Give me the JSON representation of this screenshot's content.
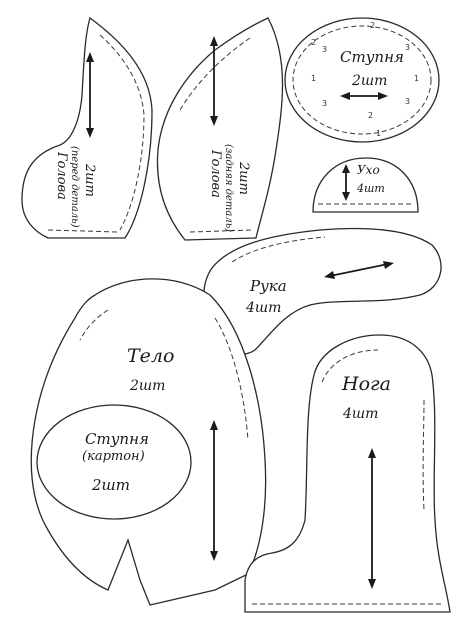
{
  "head_front": {
    "title": "Голова",
    "subtitle": "(перед деталь)",
    "count": "2шт"
  },
  "head_back": {
    "title": "Голова",
    "subtitle": "(задняя деталь)",
    "count": "2шт"
  },
  "foot": {
    "title": "Ступня",
    "count": "2шт",
    "marks": [
      "1",
      "2",
      "3",
      "3",
      "1",
      "2",
      "3",
      "3",
      "2",
      "1"
    ]
  },
  "ear": {
    "title": "Ухо",
    "count": "4шт"
  },
  "arm": {
    "title": "Рука",
    "count": "4шт"
  },
  "body": {
    "title": "Тело",
    "count": "2шт"
  },
  "sole": {
    "title": "Ступня",
    "subtitle": "(картон)",
    "count": "2шт"
  },
  "leg": {
    "title": "Нога",
    "count": "4шт"
  }
}
